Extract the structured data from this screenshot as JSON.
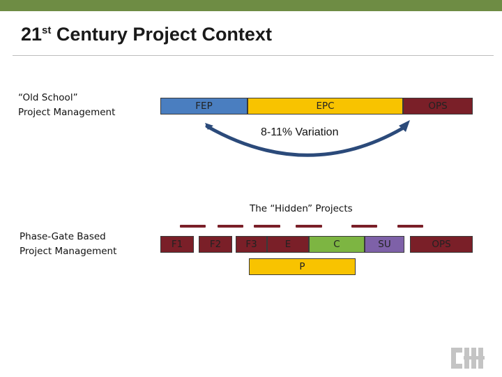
{
  "slide": {
    "title_main": "21",
    "title_sup": "st",
    "title_rest": " Century Project Context"
  },
  "old_school": {
    "label_line1": "“Old School”",
    "label_line2": "Project Management",
    "phases": [
      "FEP",
      "EPC",
      "OPS"
    ],
    "variation_label": "8-11% Variation"
  },
  "phase_gate": {
    "label_line1": "Phase-Gate Based",
    "label_line2": "Project Management",
    "hidden_caption": "The “Hidden” Projects",
    "phases": [
      "F1",
      "F2",
      "F3",
      "E",
      "C",
      "SU",
      "OPS"
    ],
    "sub_phase": "P"
  },
  "colors": {
    "accent_bar": "#6e8c44",
    "blue": "#4a7ec0",
    "gold": "#f8c300",
    "maroon": "#7a1f28",
    "green": "#7db542",
    "purple": "#7e61a8",
    "arc": "#2b4a7a"
  },
  "logo": {
    "icon": "cii-logo-icon"
  }
}
